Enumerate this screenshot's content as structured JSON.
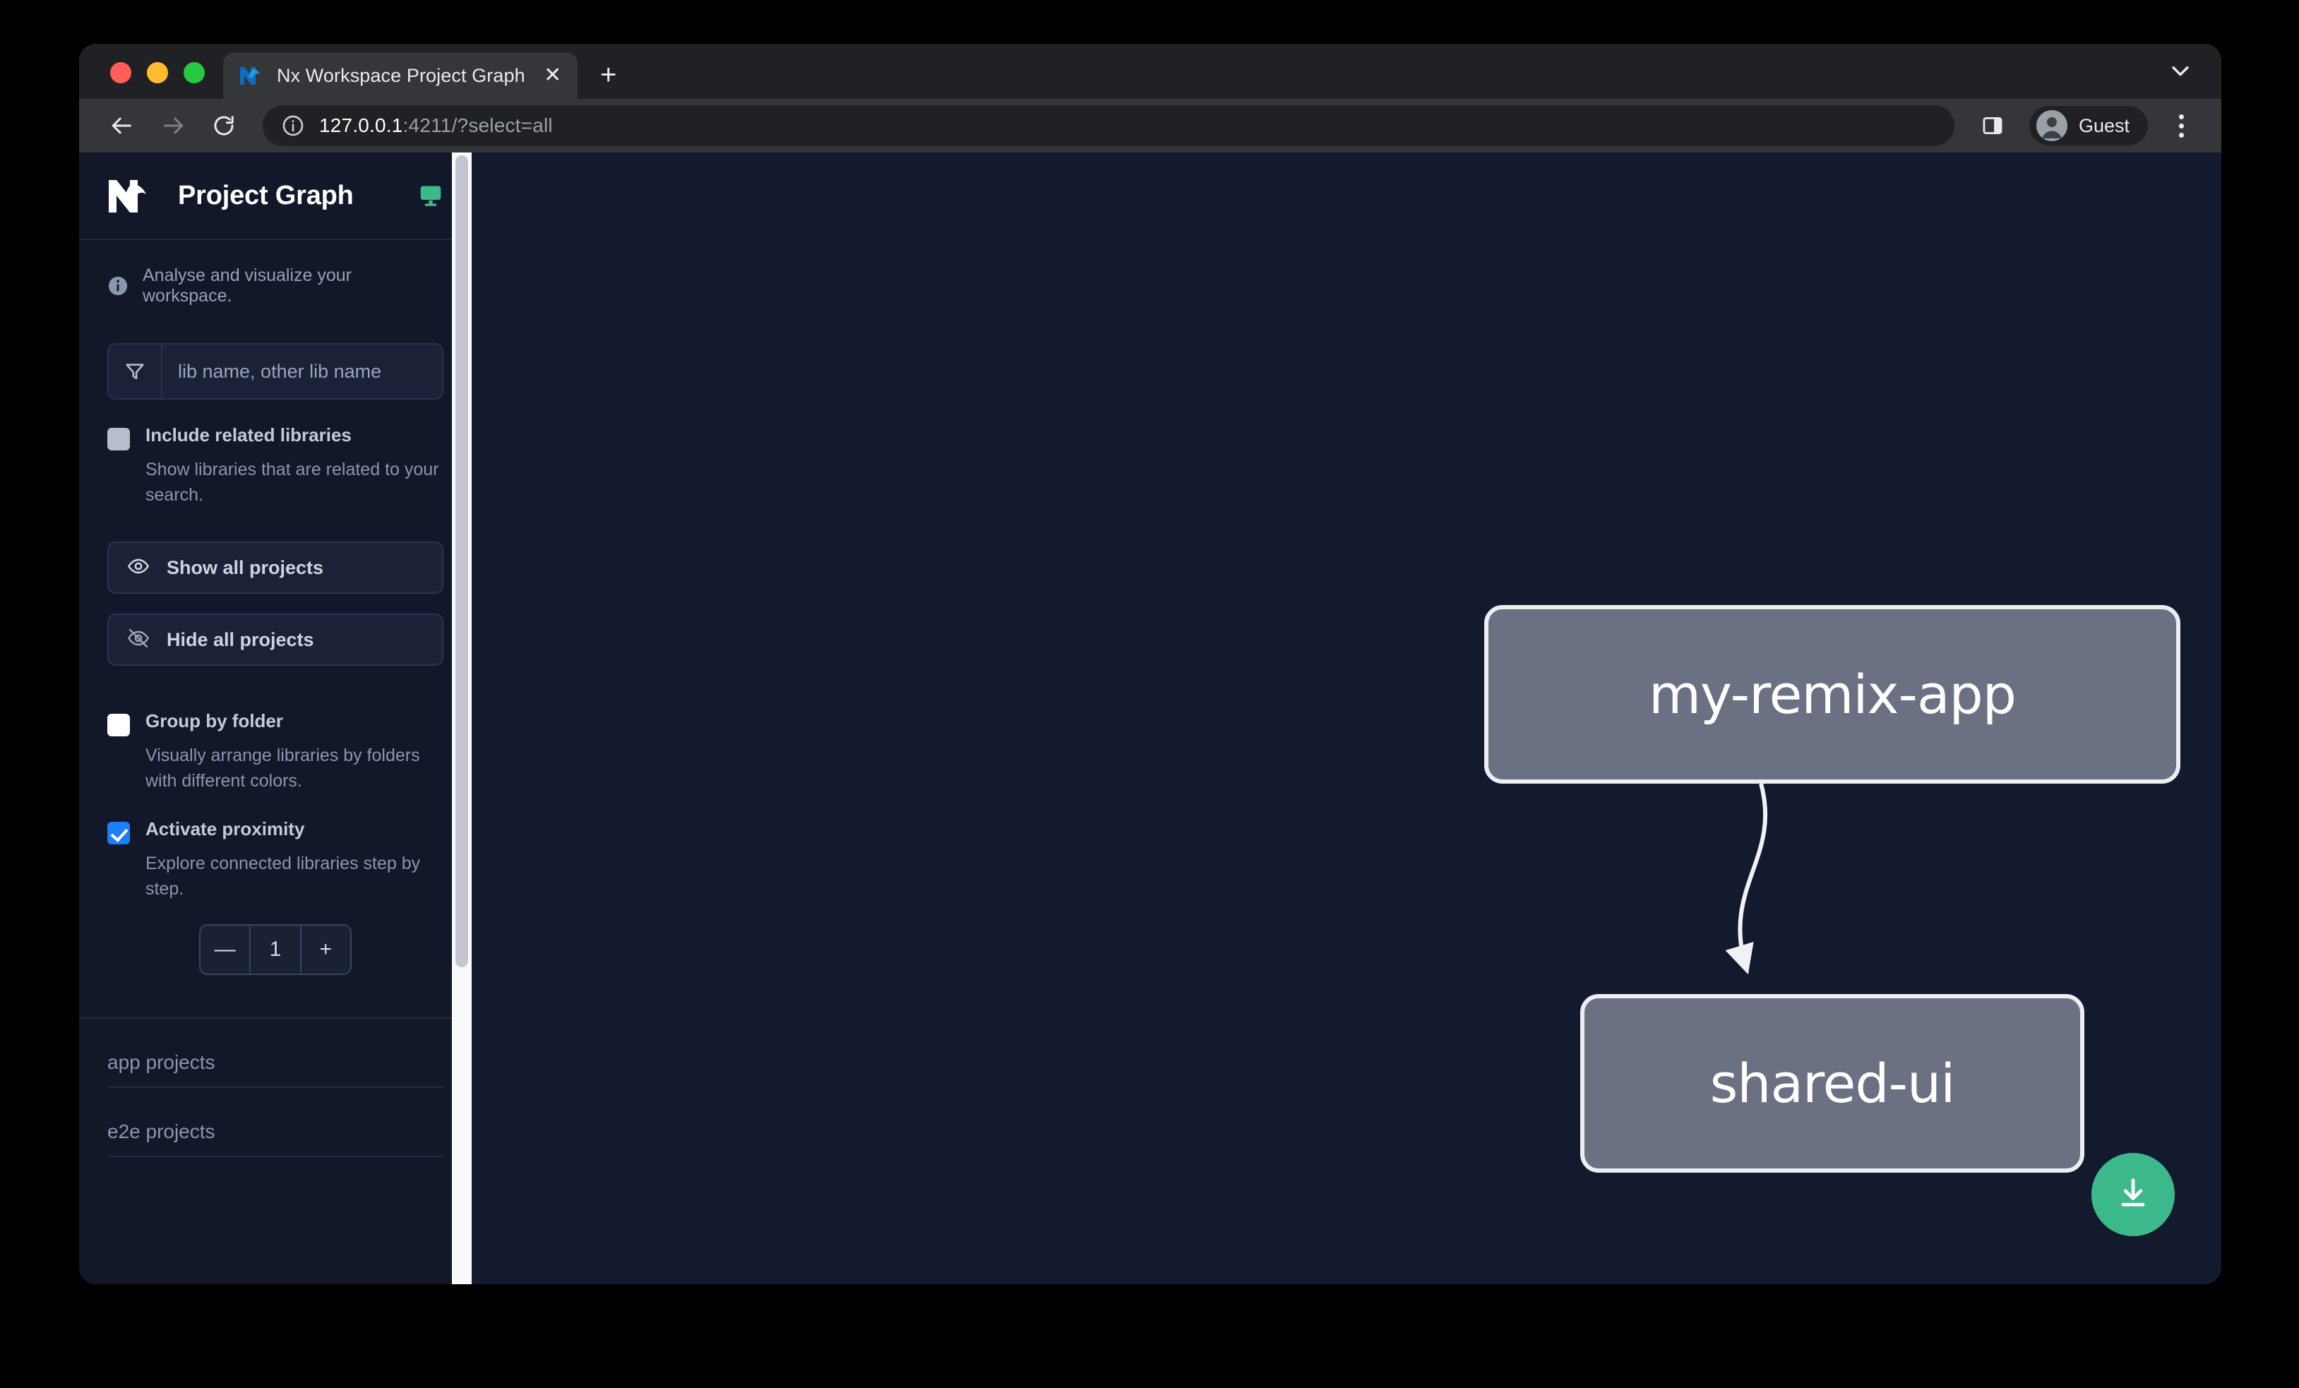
{
  "browser": {
    "tab": {
      "title": "Nx Workspace Project Graph",
      "favicon": "nx-favicon-icon",
      "close_icon": "close-icon"
    },
    "new_tab_icon": "plus-icon",
    "tab_list_chevron_icon": "chevron-down-icon",
    "nav": {
      "back_icon": "back-arrow-icon",
      "forward_icon": "forward-arrow-icon",
      "reload_icon": "reload-icon"
    },
    "omnibox": {
      "info_icon": "info-circle-icon",
      "host": "127.0.0.1",
      "rest": ":4211/?select=all",
      "full_url": "127.0.0.1:4211/?select=all"
    },
    "side_panel_icon": "side-panel-icon",
    "profile": {
      "avatar_icon": "account-avatar-icon",
      "name": "Guest"
    },
    "menu_icon": "three-dot-menu-icon"
  },
  "sidebar": {
    "logo_icon": "nx-logo-icon",
    "title": "Project Graph",
    "monitor_icon": "monitor-icon",
    "info_icon": "info-circle-icon",
    "subtitle": "Analyse and visualize your workspace.",
    "filter": {
      "icon": "funnel-filter-icon",
      "placeholder": "lib name, other lib name",
      "value": ""
    },
    "options": [
      {
        "id": "include-related-libraries",
        "label": "Include related libraries",
        "description": "Show libraries that are related to your search.",
        "checked": false,
        "state": "disabled"
      },
      {
        "id": "group-by-folder",
        "label": "Group by folder",
        "description": "Visually arrange libraries by folders with different colors.",
        "checked": false,
        "state": "enabled"
      },
      {
        "id": "activate-proximity",
        "label": "Activate proximity",
        "description": "Explore connected libraries step by step.",
        "checked": true,
        "state": "enabled"
      }
    ],
    "buttons": [
      {
        "id": "show-all-projects",
        "icon": "eye-icon",
        "label": "Show all projects"
      },
      {
        "id": "hide-all-projects",
        "icon": "eye-slash-icon",
        "label": "Hide all projects"
      }
    ],
    "proximity_stepper": {
      "decrement_label": "—",
      "value": "1",
      "increment_label": "+"
    },
    "project_sections": [
      {
        "id": "app-projects",
        "title": "app projects"
      },
      {
        "id": "e2e-projects",
        "title": "e2e projects"
      }
    ],
    "scrollbar": {
      "icon": "vertical-scrollbar"
    }
  },
  "graph": {
    "nodes": [
      {
        "id": "my-remix-app",
        "label": "my-remix-app"
      },
      {
        "id": "shared-ui",
        "label": "shared-ui"
      }
    ],
    "edges": [
      {
        "from": "my-remix-app",
        "to": "shared-ui"
      }
    ],
    "download_button": {
      "icon": "download-icon"
    },
    "colors": {
      "canvas_background": "#131a2e",
      "node_fill": "#6b7083",
      "node_border": "#edeef2",
      "edge": "#f1f2f6",
      "download_button": "#3cb98b",
      "accent_checked": "#1e7ef5",
      "monitor_icon": "#3cb98b"
    }
  }
}
